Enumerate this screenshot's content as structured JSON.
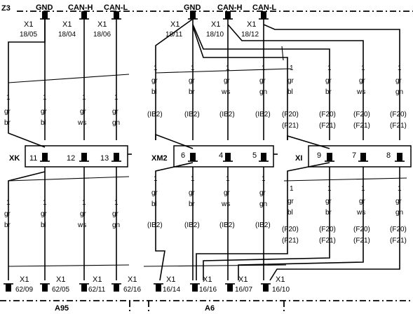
{
  "header": {
    "ground_bus": "Z3",
    "signals": [
      "GND",
      "CAN-H",
      "CAN-L"
    ]
  },
  "top_connectors": [
    {
      "name": "X1",
      "pin": "18/05"
    },
    {
      "name": "X1",
      "pin": "18/04"
    },
    {
      "name": "X1",
      "pin": "18/06"
    },
    {
      "name": "X1",
      "pin": "18/11"
    },
    {
      "name": "X1",
      "pin": "18/10"
    },
    {
      "name": "X1",
      "pin": "18/12"
    }
  ],
  "wire_color_codes": {
    "size": "1",
    "base": "gr",
    "stripes": {
      "gnd": "br",
      "gnd_b": "bl",
      "can_h": "ws",
      "can_l": "gn"
    }
  },
  "fuse_refs": {
    "ib2": "(IB2)",
    "f20": "(F20)",
    "f21": "(F21)"
  },
  "splices": [
    {
      "name": "XK",
      "pins": [
        "11",
        "12",
        "13"
      ]
    },
    {
      "name": "XM2",
      "pins": [
        "6",
        "4",
        "5"
      ]
    },
    {
      "name": "XI",
      "pins": [
        "9",
        "7",
        "8"
      ]
    }
  ],
  "bottom_connectors": {
    "left": [
      {
        "name": "X1",
        "pin": "62/09"
      },
      {
        "name": "X1",
        "pin": "62/05"
      },
      {
        "name": "X1",
        "pin": "62/11"
      },
      {
        "name": "X1",
        "pin": "62/16"
      }
    ],
    "right": [
      {
        "name": "X1",
        "pin": "16/14"
      },
      {
        "name": "X1",
        "pin": "16/16"
      },
      {
        "name": "X1",
        "pin": "16/07"
      },
      {
        "name": "X1",
        "pin": "16/10"
      }
    ]
  },
  "modules": {
    "left": "A95",
    "right": "A6"
  }
}
